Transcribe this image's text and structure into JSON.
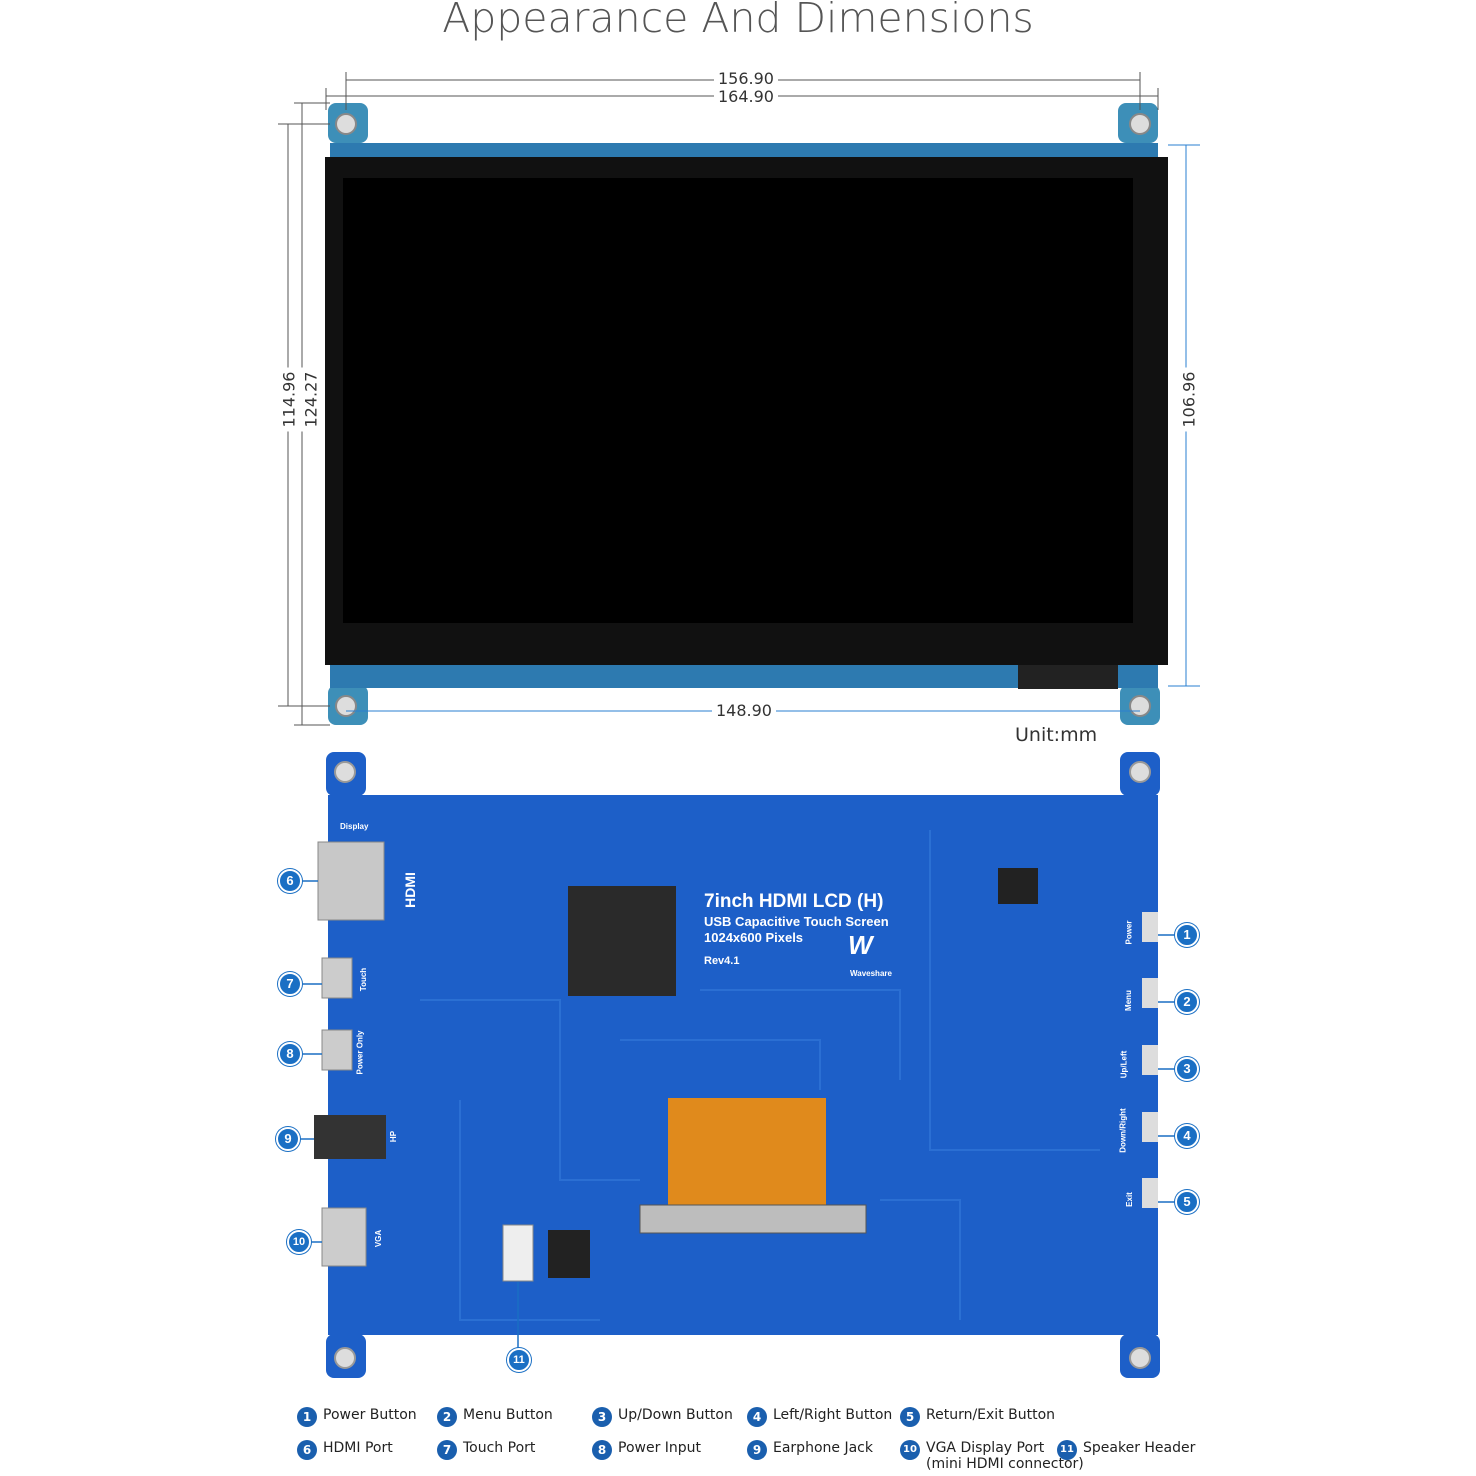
{
  "title": "Appearance And Dimensions",
  "dimensions": {
    "top_inner": "156.90",
    "top_outer": "164.90",
    "bottom": "148.90",
    "left_inner": "114.96",
    "left_outer": "124.27",
    "right": "106.96",
    "unit": "Unit:mm"
  },
  "board": {
    "product": "7inch HDMI LCD (H)",
    "subtitle": "USB Capacitive Touch Screen",
    "resolution": "1024x600 Pixels",
    "revision": "Rev4.1",
    "brand": "Waveshare",
    "silk_left": [
      "Display",
      "HDMI",
      "Touch",
      "Power Only",
      "HP",
      "VGA"
    ],
    "silk_right": [
      "Power",
      "Menu",
      "Up/Left",
      "Down/Right",
      "Exit"
    ]
  },
  "callouts": [
    "1",
    "2",
    "3",
    "4",
    "5",
    "6",
    "7",
    "8",
    "9",
    "10",
    "11"
  ],
  "legend": [
    {
      "num": "1",
      "label": "Power Button"
    },
    {
      "num": "2",
      "label": "Menu Button"
    },
    {
      "num": "3",
      "label": "Up/Down Button"
    },
    {
      "num": "4",
      "label": "Left/Right Button"
    },
    {
      "num": "5",
      "label": "Return/Exit Button"
    },
    {
      "num": "6",
      "label": "HDMI Port"
    },
    {
      "num": "7",
      "label": "Touch Port"
    },
    {
      "num": "8",
      "label": "Power Input"
    },
    {
      "num": "9",
      "label": "Earphone Jack"
    },
    {
      "num": "10",
      "label": "VGA Display Port",
      "note": "(mini HDMI connector)"
    },
    {
      "num": "11",
      "label": "Speaker Header"
    }
  ],
  "colors": {
    "pcb": "#1d5fc8",
    "screen": "#000000",
    "callout": "#1a6fc4",
    "dim_line": "#2a7fd0"
  }
}
